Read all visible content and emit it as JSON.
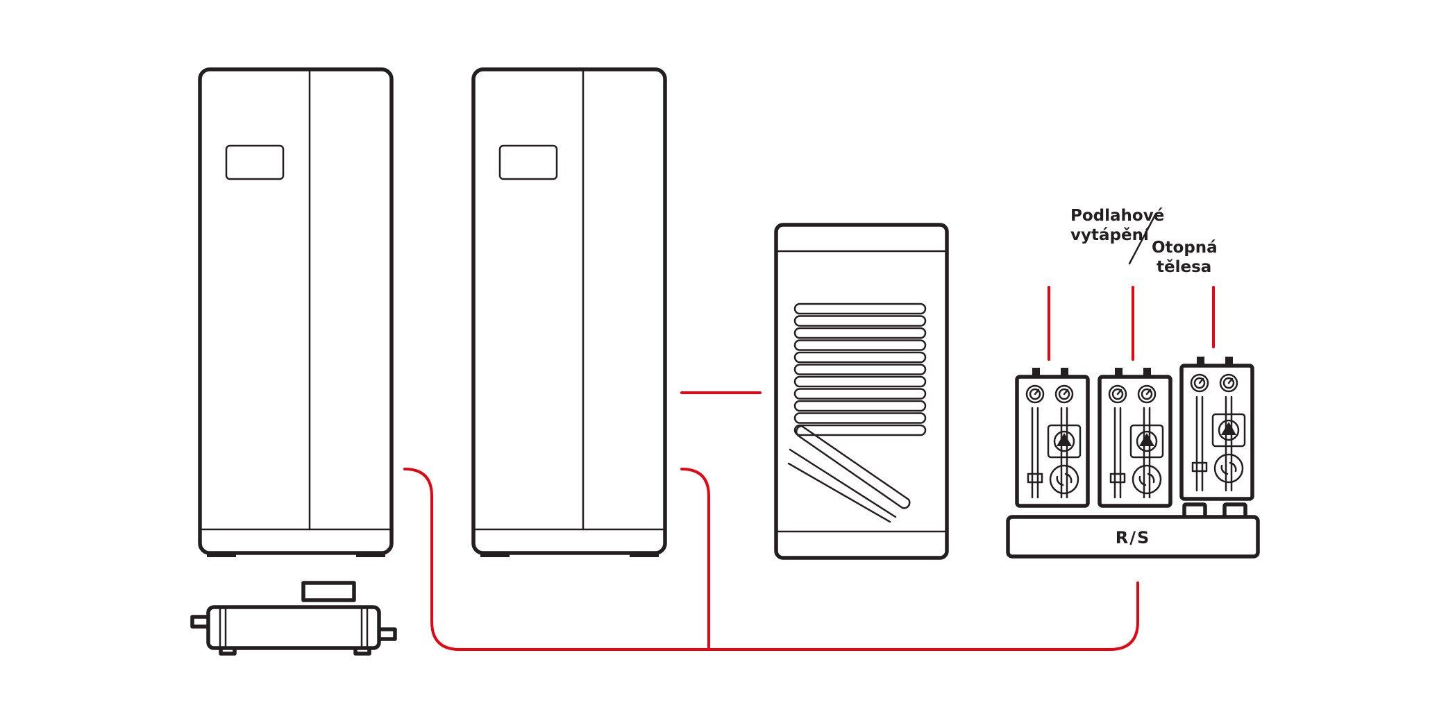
{
  "labels": {
    "floor_heating_line1": "Podlahové",
    "floor_heating_line2": "vytápění",
    "radiators_line1": "Otopná",
    "radiators_line2": "tělesa",
    "manifold": "R/S"
  },
  "colors": {
    "outline": "#231f20",
    "pipe": "#e30613",
    "background": "#ffffff"
  }
}
